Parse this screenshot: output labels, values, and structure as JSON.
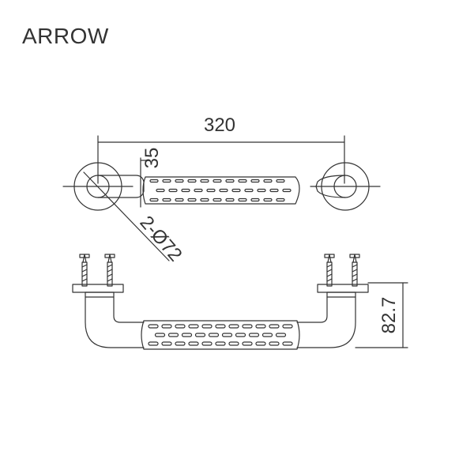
{
  "brand": {
    "name": "ARROW"
  },
  "dimensions": {
    "length": "320",
    "flange_width": "35",
    "flange_diameter": "2-Ø72",
    "height": "82.7"
  },
  "colors": {
    "line": "#333333",
    "background": "#ffffff"
  }
}
